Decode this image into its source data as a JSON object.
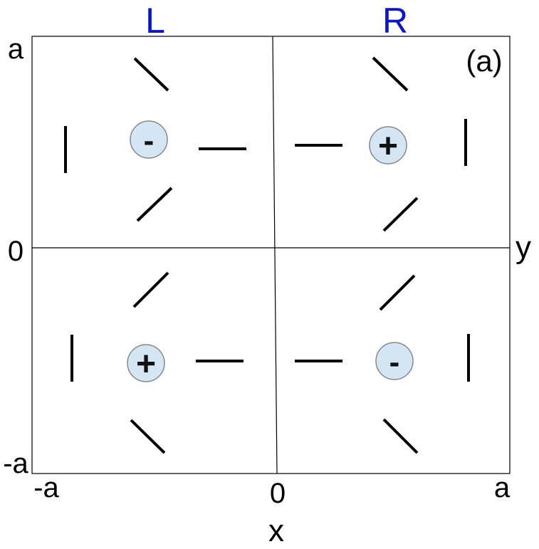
{
  "diagram": {
    "panel_tag": "(a)",
    "header_left": "L",
    "header_right": "R",
    "y_axis": {
      "top": "a",
      "mid": "0",
      "bottom": "-a",
      "name": "y"
    },
    "x_axis": {
      "left": "-a",
      "mid": "0",
      "right": "a",
      "name": "x"
    },
    "defects": [
      {
        "sign": "-",
        "region": "top-left"
      },
      {
        "sign": "+",
        "region": "top-right"
      },
      {
        "sign": "+",
        "region": "bottom-left"
      },
      {
        "sign": "-",
        "region": "bottom-right"
      }
    ],
    "colors": {
      "header": "#0a14c8",
      "defect_fill": "#d4e6f4",
      "defect_stroke": "#888888",
      "director": "#000000"
    }
  }
}
